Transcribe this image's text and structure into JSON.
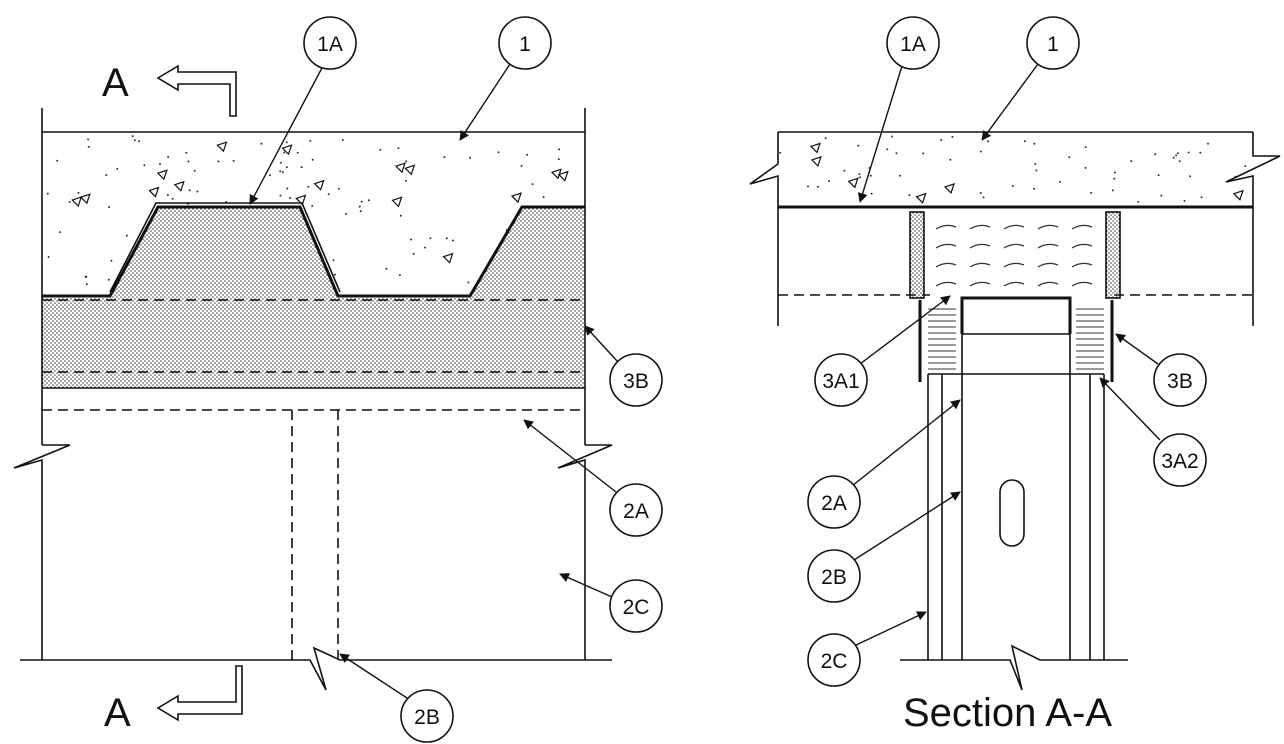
{
  "plan_view": {
    "section_marks": {
      "top": "A",
      "bottom": "A"
    },
    "callouts": [
      "1A",
      "1",
      "3B",
      "2A",
      "2C",
      "2B"
    ]
  },
  "section_view": {
    "title": "Section A-A",
    "callouts": [
      "1A",
      "1",
      "3A1",
      "3B",
      "3A2",
      "2A",
      "2B",
      "2C"
    ]
  }
}
